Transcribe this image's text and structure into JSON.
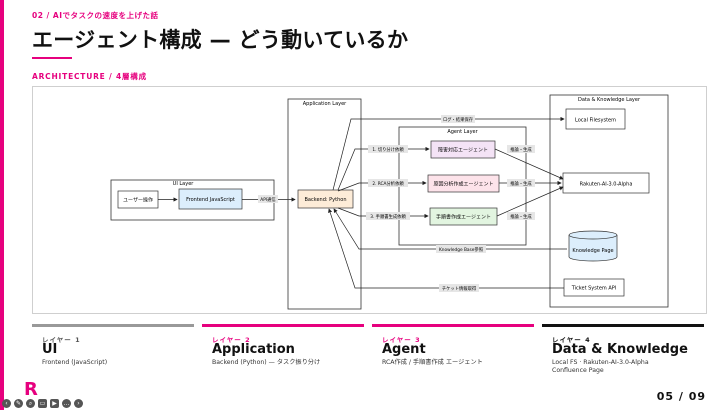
{
  "header": {
    "crumb_num": "02 /",
    "crumb_title": "AIでタスクの速度を上げた話",
    "title": "エージェント構成 — どう動いているか",
    "section": "ARCHITECTURE / 4層構成"
  },
  "diagram": {
    "ui_layer": "UI Layer",
    "user_op": "ユーザー操作",
    "frontend": "Frontend JavaScript",
    "api_call": "API通信",
    "app_layer": "Application Layer",
    "backend": "Backend: Python",
    "agent_layer": "Agent Layer",
    "agent1": "障害対応エージェント",
    "agent2": "原因分析作成エージェント",
    "agent3": "手順書作成エージェント",
    "req1": "1. 切り分け依頼",
    "req2": "2. RCA分析依頼",
    "req3": "3. 手順書生成依頼",
    "infer": "推論・生成",
    "log_save": "ログ・結果保存",
    "kb_ref": "Knowledge Base参照",
    "ticket": "チケット情報取得",
    "data_layer": "Data & Knowledge Layer",
    "local_fs": "Local Filesystem",
    "llm": "Rakuten-AI-3.0-Alpha",
    "kp": "Knowledge Page",
    "tsapi": "Ticket System API"
  },
  "cards": [
    {
      "label": "レイヤー 1",
      "name": "UI",
      "desc": "Frontend (JavaScript)",
      "accent": "#999999"
    },
    {
      "label": "レイヤー 2",
      "name": "Application",
      "desc": "Backend (Python) — タスク振り分け",
      "accent": "#e6007e"
    },
    {
      "label": "レイヤー 3",
      "name": "Agent",
      "desc": "RCA作成 / 手順書作成 エージェント",
      "accent": "#e6007e"
    },
    {
      "label": "レイヤー 4",
      "name": "Data & Knowledge",
      "desc": "Local FS · Rakuten-AI-3.0-Alpha",
      "desc2": "Confluence Page",
      "accent": "#111111"
    }
  ],
  "footer": {
    "logo": "R",
    "page": "05 / 09"
  },
  "colors": {
    "brand": "#e6007e"
  }
}
